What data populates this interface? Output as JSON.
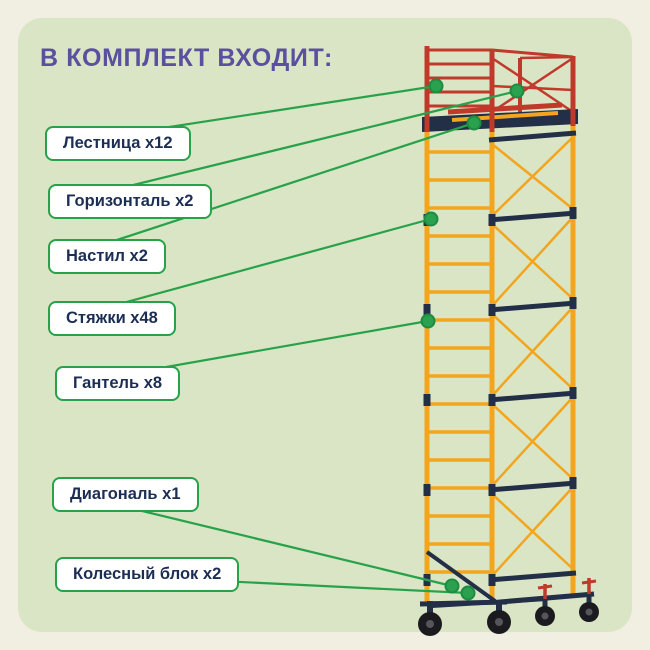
{
  "title": "В КОМПЛЕКТ ВХОДИТ:",
  "items": [
    {
      "label": "Лестница x12"
    },
    {
      "label": "Горизонталь x2"
    },
    {
      "label": "Настил x2"
    },
    {
      "label": "Стяжки x48"
    },
    {
      "label": "Гантель x8"
    },
    {
      "label": "Диагональ x1"
    },
    {
      "label": "Колесный блок x2"
    }
  ],
  "colors": {
    "page_bg": "#f1efe2",
    "panel_bg": "#d9e5c4",
    "accent_green": "#27a24a",
    "title_purple": "#5b4fa0",
    "label_text": "#1c2e54",
    "scaffold_yellow": "#f2a51d",
    "scaffold_red": "#c0392b",
    "scaffold_navy": "#232f46"
  }
}
